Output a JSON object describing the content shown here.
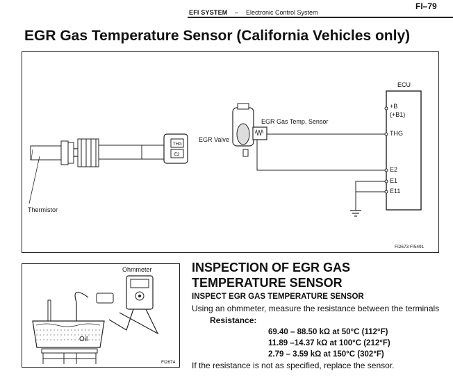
{
  "header": {
    "section": "EFI SYSTEM",
    "dash": "–",
    "subsection": "Electronic Control System",
    "page": "FI–79"
  },
  "title": "EGR Gas Temperature Sensor (California Vehicles only)",
  "diagram": {
    "ecu_label": "ECU",
    "pin_b": "+B",
    "pin_b1": "(+B1)",
    "pin_thg": "THG",
    "pin_e2": "E2",
    "pin_e1": "E1",
    "pin_e11": "E11",
    "sensor_label": "EGR Gas Temp. Sensor",
    "valve_label": "EGR Valve",
    "thermistor_label": "Thermistor",
    "connector_thg": "THG",
    "connector_e2": "E2",
    "fig_codes": "FI2673  FI5491"
  },
  "inspection_figure": {
    "ohmmeter_label": "Ohmmeter",
    "oil_label": "Oil",
    "fig_code": "FI2674"
  },
  "inspection": {
    "title_line1": "INSPECTION OF EGR GAS",
    "title_line2": "TEMPERATURE SENSOR",
    "subtitle": "INSPECT EGR GAS TEMPERATURE SENSOR",
    "instruction": "Using an ohmmeter, measure the resistance between the terminals",
    "resistance_label": "Resistance:",
    "resistance_values": [
      "69.40 – 88.50 kΩ at 50°C (112°F)",
      "11.89 –14.37 kΩ at 100°C (212°F)",
      "2.79 – 3.59 kΩ at 150°C (302°F)"
    ],
    "footer": "If the resistance is not as specified, replace the sensor."
  }
}
